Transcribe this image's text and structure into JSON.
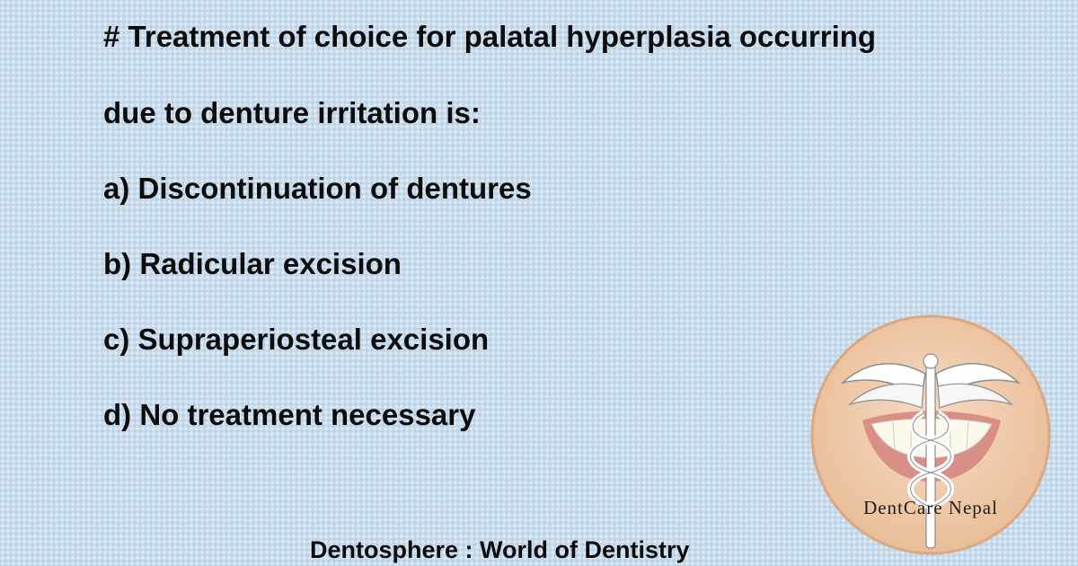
{
  "question": {
    "line1": "# Treatment of choice for palatal hyperplasia occurring",
    "line2": "due to denture irritation is:"
  },
  "options": {
    "a": "a) Discontinuation of dentures",
    "b": "b) Radicular excision",
    "c": "c) Supraperiosteal excision",
    "d": "d) No treatment necessary"
  },
  "footer": "Dentosphere : World of Dentistry",
  "logo": {
    "text": "DentCare Nepal",
    "icon": "caduceus-smile-icon",
    "colors": {
      "disc": "#efc8a8",
      "border": "#ddb08c",
      "lips": "#d98e86"
    }
  }
}
